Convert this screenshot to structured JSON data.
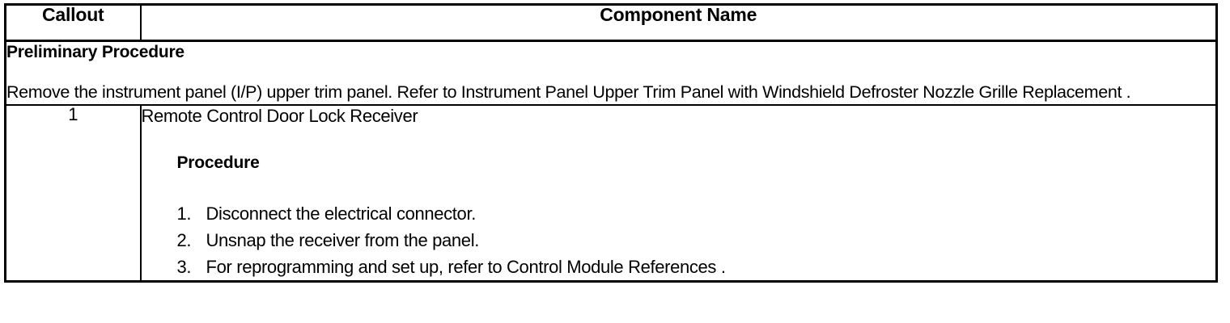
{
  "table": {
    "headers": {
      "callout": "Callout",
      "component_name": "Component Name"
    },
    "preliminary": {
      "title": "Preliminary Procedure",
      "body": "Remove the instrument panel (I/P) upper trim panel. Refer to Instrument Panel Upper Trim Panel with Windshield Defroster Nozzle Grille Replacement ."
    },
    "rows": [
      {
        "callout": "1",
        "component_name": "Remote Control Door Lock Receiver",
        "sub_heading": "Procedure",
        "steps": [
          {
            "number": "1.",
            "text": "Disconnect the electrical connector."
          },
          {
            "number": "2.",
            "text": "Unsnap the receiver from the panel."
          },
          {
            "number": "3.",
            "text": "For reprogramming and set up, refer to Control Module References ."
          }
        ]
      }
    ]
  },
  "colors": {
    "border": "#000000",
    "text": "#000000",
    "background": "#ffffff"
  }
}
